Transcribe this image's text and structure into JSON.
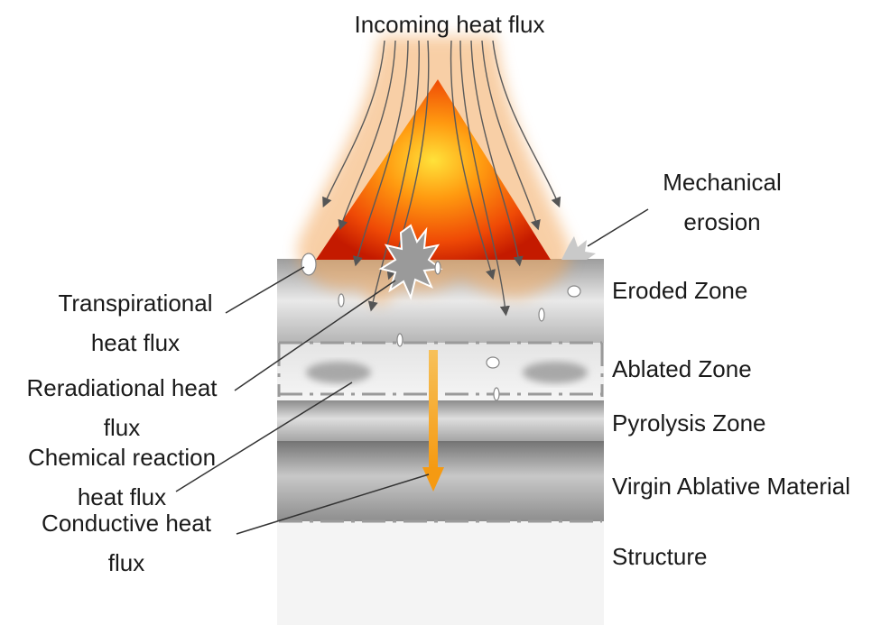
{
  "labels": {
    "incoming": "Incoming heat flux",
    "mechanical": [
      "Mechanical",
      "erosion"
    ],
    "transpirational": [
      "Transpirational",
      "heat flux"
    ],
    "reradiational": [
      "Reradiational heat",
      "flux"
    ],
    "chemical": [
      "Chemical reaction",
      "heat flux"
    ],
    "conductive": [
      "Conductive heat",
      "flux"
    ]
  },
  "zones": [
    "Eroded  Zone",
    "Ablated Zone",
    "Pyrolysis Zone",
    "Virgin Ablative Material",
    "Structure"
  ],
  "colors": {
    "flame_core": "#ffd21a",
    "flame_mid": "#ff7a00",
    "flame_edge": "#d32000",
    "glow": "#f5b877",
    "conduction_arrow": "#f5a623",
    "leader_line": "#333333"
  }
}
